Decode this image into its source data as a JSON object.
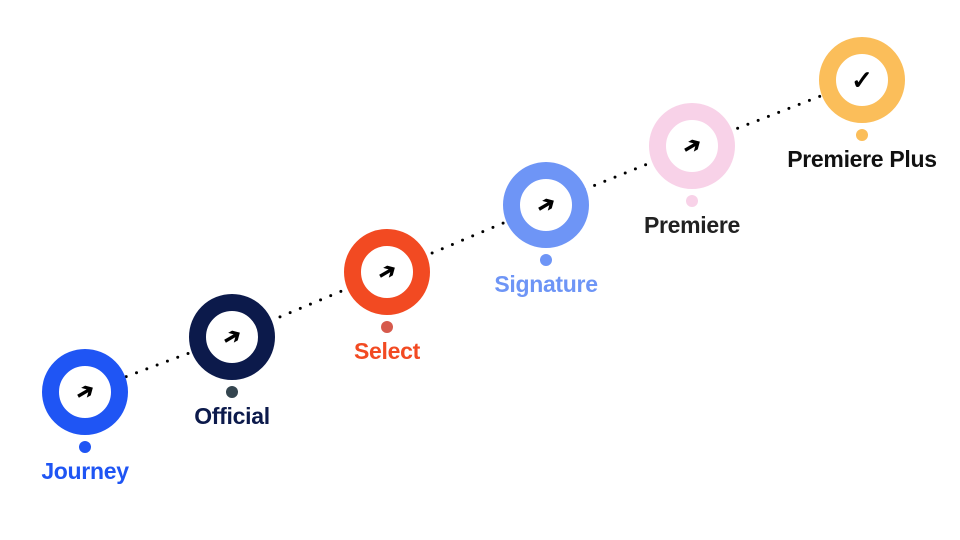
{
  "steps": [
    {
      "label": "Journey",
      "icon": "arrow-icon",
      "ring": "#1F55F4",
      "dot": "#1F55F4",
      "text": "#1F55F4"
    },
    {
      "label": "Official",
      "icon": "arrow-icon",
      "ring": "#0C1A4B",
      "dot": "#34454F",
      "text": "#0C1A4B"
    },
    {
      "label": "Select",
      "icon": "arrow-icon",
      "ring": "#F24A22",
      "dot": "#D65A4C",
      "text": "#F24A22"
    },
    {
      "label": "Signature",
      "icon": "arrow-icon",
      "ring": "#6E95F6",
      "dot": "#6E95F6",
      "text": "#6E95F6"
    },
    {
      "label": "Premiere",
      "icon": "arrow-icon",
      "ring": "#F8D2E8",
      "dot": "#F8D2E8",
      "text": "#222222"
    },
    {
      "label": "Premiere Plus",
      "icon": "check-icon",
      "ring": "#FBBE5A",
      "dot": "#FBBE5A",
      "text": "#111111"
    }
  ]
}
